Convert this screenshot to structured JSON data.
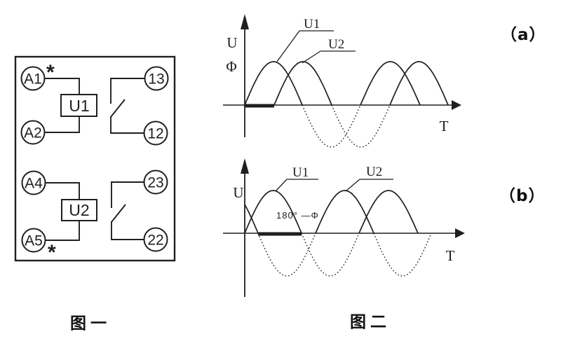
{
  "figure1": {
    "caption": "图一",
    "terminals": {
      "a1": "A1",
      "a2": "A2",
      "a4": "A4",
      "a5": "A5",
      "t13": "13",
      "t12": "12",
      "t23": "23",
      "t22": "22"
    },
    "units": {
      "u1": "U1",
      "u2": "U2"
    },
    "polarity_mark_a1": "*",
    "polarity_mark_a5": "*"
  },
  "figure2": {
    "caption": "图二",
    "plot_a": {
      "tag": "（a）",
      "y_label_1": "U",
      "y_label_2": "Φ",
      "x_label": "T",
      "curve1_label": "U1",
      "curve2_label": "U2"
    },
    "plot_b": {
      "tag": "（b）",
      "y_label_1": "U",
      "x_label": "T",
      "curve1_label": "U1",
      "curve2_label": "U2",
      "annotation": "180° —Φ"
    }
  },
  "colors": {
    "ink": "#1f1f1f",
    "background": "#ffffff"
  },
  "chart_data": [
    {
      "type": "line",
      "title": "（a）",
      "xlabel": "T",
      "ylabel": "U Φ",
      "legend": [
        "U1",
        "U2"
      ],
      "style_rule": {
        "positive_half": "solid",
        "negative_half": "dotted"
      },
      "axis": {
        "origin_x": 349,
        "axis_y": 150,
        "x_start": 318,
        "x_end": 648,
        "y_top": 20,
        "y_bottom": 196
      },
      "amplitude": {
        "above": 62,
        "below": 60
      },
      "phase_bar": {
        "x0": 349,
        "x1": 391,
        "meaning": "Φ phase shift between U1 and U2 marked thick on T axis"
      },
      "series": [
        {
          "name": "U1",
          "halves": [
            [
              349,
              431,
              1
            ],
            [
              431,
              514,
              -1
            ],
            [
              514,
              599,
              1
            ]
          ]
        },
        {
          "name": "U2",
          "halves": [
            [
              391,
              473,
              1
            ],
            [
              473,
              556,
              -1
            ],
            [
              556,
              639,
              1
            ]
          ]
        }
      ]
    },
    {
      "type": "line",
      "title": "（b）",
      "xlabel": "T",
      "ylabel": "U",
      "legend": [
        "U1",
        "U2"
      ],
      "style_rule": {
        "positive_half": "solid",
        "negative_half": "dotted"
      },
      "axis": {
        "origin_x": 349,
        "axis_y": 333,
        "x_start": 318,
        "x_end": 653,
        "y_top": 226,
        "y_bottom": 424
      },
      "amplitude": {
        "above": 61,
        "below": 61
      },
      "phase_bar": {
        "x0": 368,
        "x1": 430,
        "meaning": "interval equal to 180°−Φ marked thick on T axis"
      },
      "annotation": {
        "text": "180° —Φ",
        "x": 394,
        "y": 312
      },
      "series": [
        {
          "name": "U1",
          "halves": [
            [
              349,
              430,
              1
            ],
            [
              430,
              512,
              -1
            ],
            [
              512,
              596,
              1
            ]
          ]
        },
        {
          "name": "U2",
          "halves": [
            [
              287,
              368,
              1
            ],
            [
              368,
              450,
              -1
            ],
            [
              450,
              533,
              1
            ],
            [
              533,
              615,
              -1
            ]
          ],
          "clip_x_min": 349
        }
      ]
    }
  ]
}
